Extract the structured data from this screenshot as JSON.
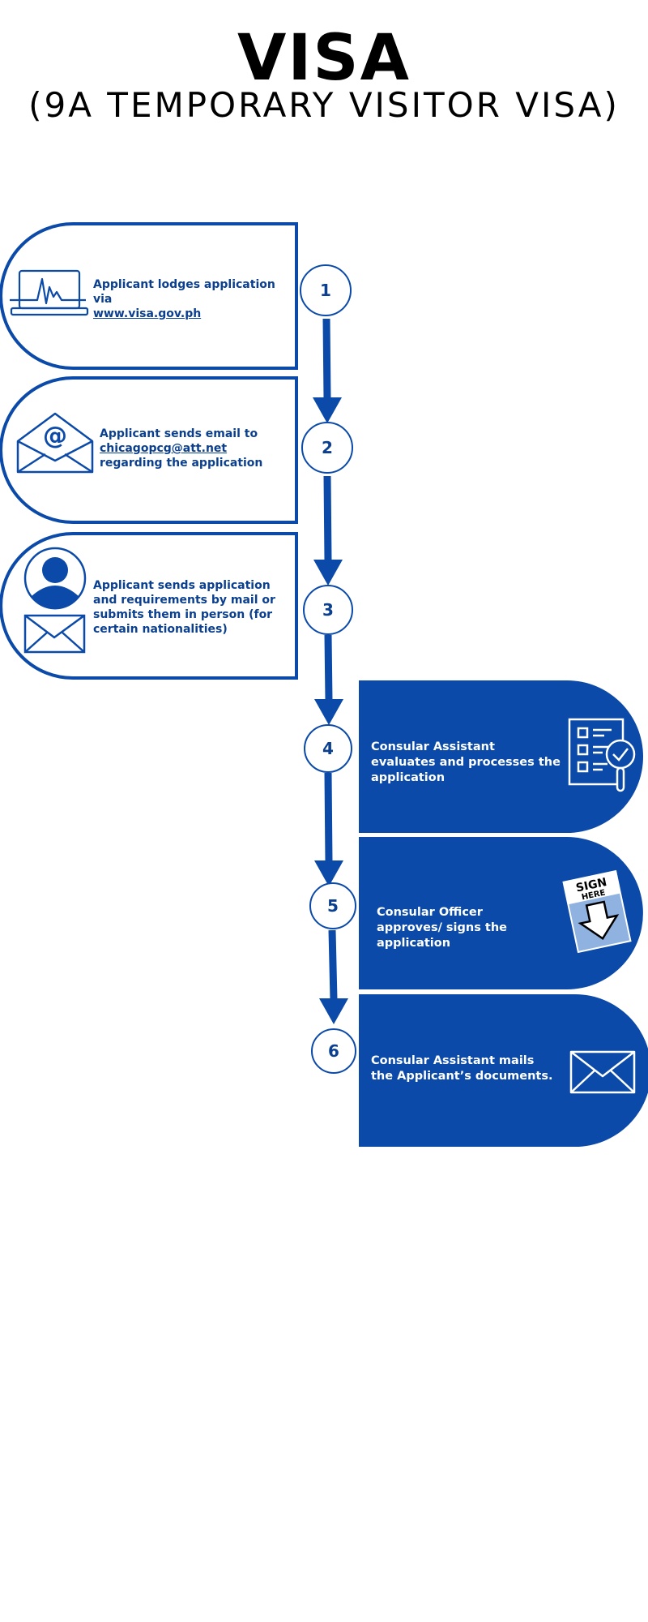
{
  "header": {
    "title": "VISA",
    "subtitle": "(9A TEMPORARY VISITOR VISA)"
  },
  "colors": {
    "accent": "#0b4aa8",
    "dark_text": "#0b3f8f",
    "title": "#000000"
  },
  "steps": [
    {
      "number": "1",
      "text_before": "Applicant lodges application via ",
      "link": "www.visa.gov.ph",
      "text_after": "",
      "icon": "laptop-pulse-icon"
    },
    {
      "number": "2",
      "text_before": "Applicant sends email to ",
      "link": "chicagopcg@att.net",
      "text_after": " regarding the application",
      "icon": "email-envelope-icon"
    },
    {
      "number": "3",
      "text": "Applicant sends application and requirements by mail or submits them in person (for certain nationalities)",
      "icon": "person-mail-icon"
    },
    {
      "number": "4",
      "text": "Consular Assistant evaluates and processes the application",
      "icon": "checklist-magnifier-icon"
    },
    {
      "number": "5",
      "text": "Consular Officer approves/ signs the application",
      "icon": "sign-here-icon",
      "sign_lines": [
        "SIGN",
        "HERE"
      ]
    },
    {
      "number": "6",
      "text": "Consular Assistant mails the Applicant’s documents.",
      "icon": "envelope-icon"
    }
  ]
}
